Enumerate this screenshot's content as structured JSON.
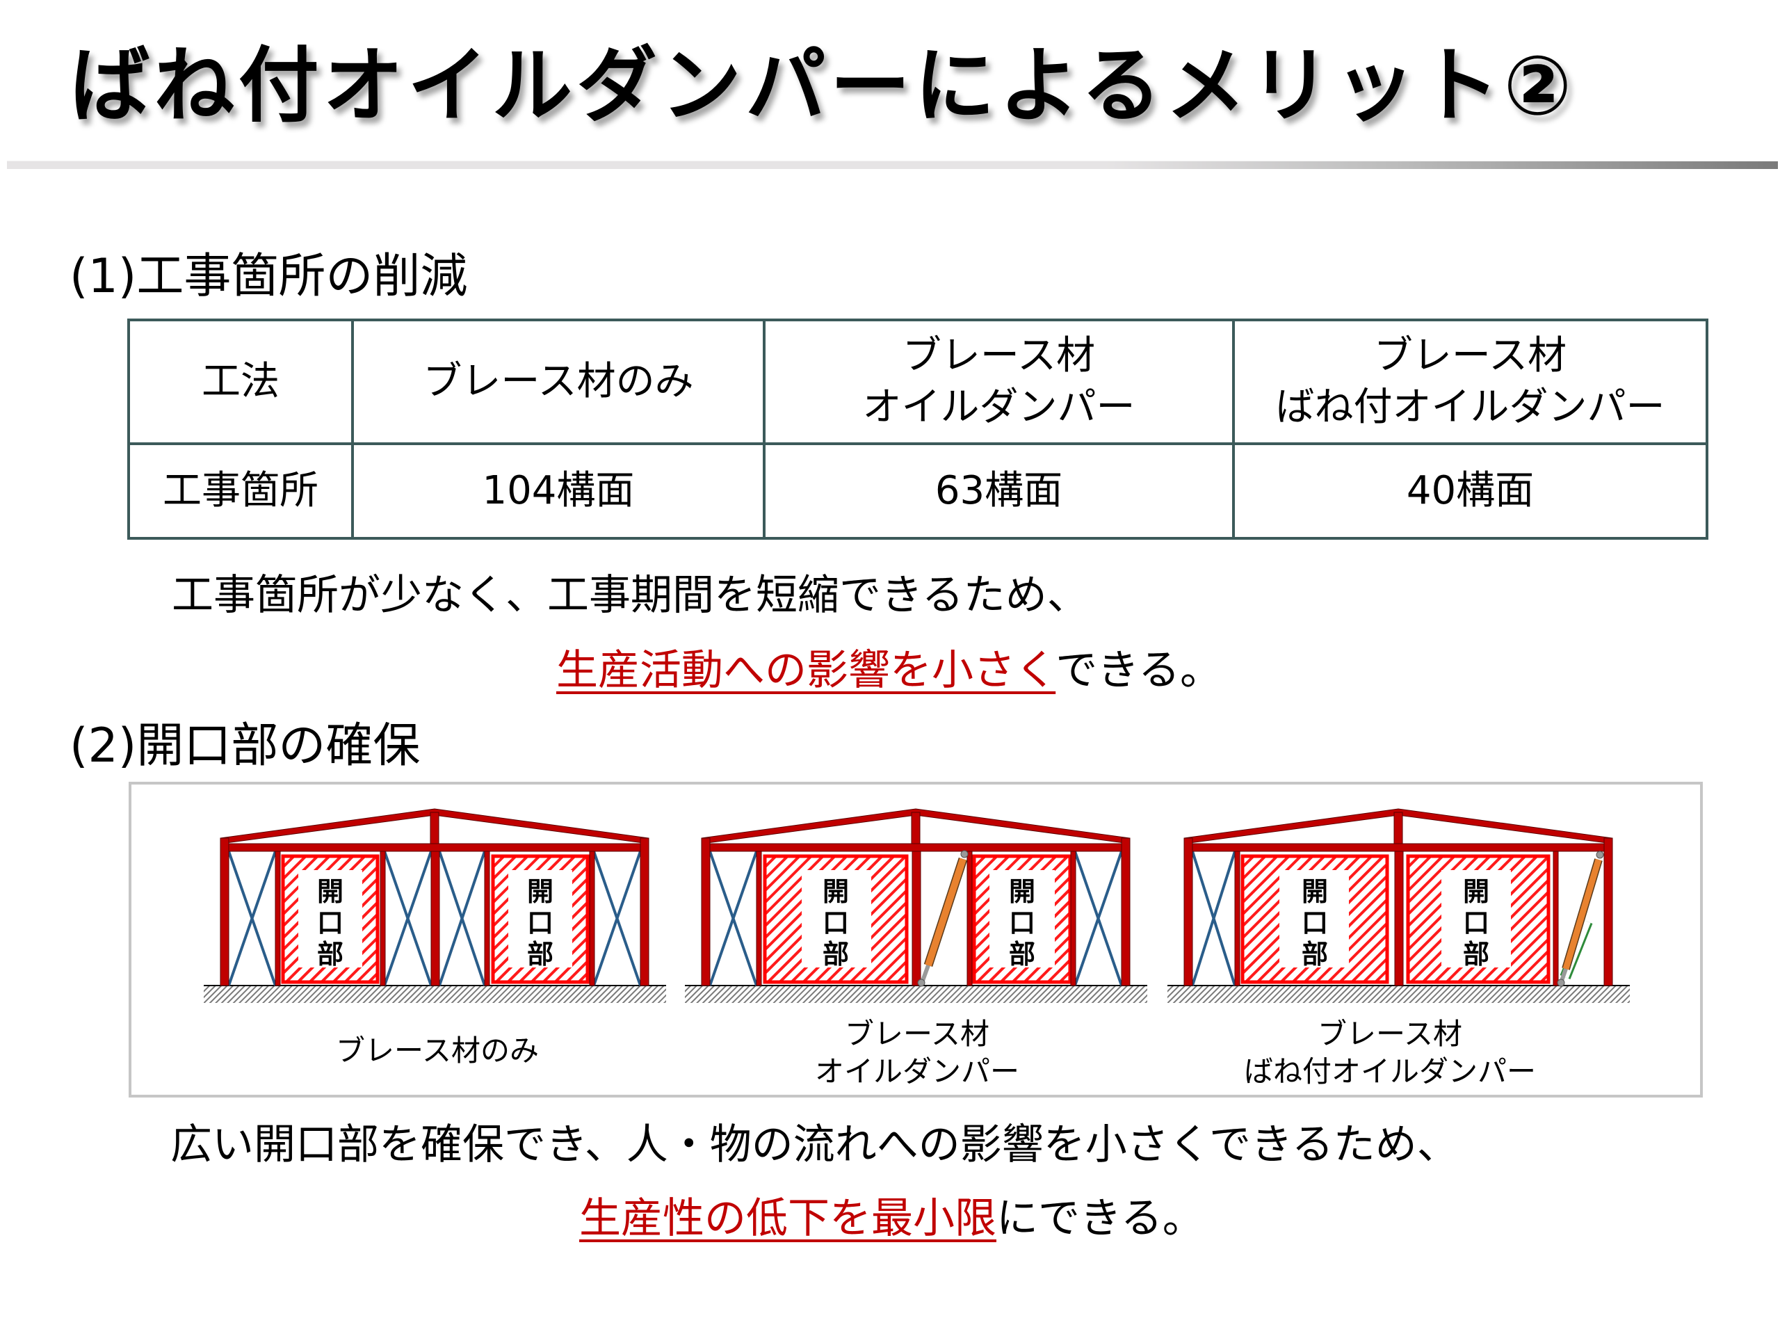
{
  "slide": {
    "title": "ばね付オイルダンパーによるメリット②"
  },
  "section1": {
    "heading": "(1)工事箇所の削減",
    "table": {
      "header": {
        "label": "工法",
        "col1": "ブレース材のみ",
        "col2_line1": "ブレース材",
        "col2_line2": "オイルダンパー",
        "col3_line1": "ブレース材",
        "col3_line2": "ばね付オイルダンパー"
      },
      "row": {
        "label": "工事箇所",
        "col1": "104構面",
        "col2": "63構面",
        "col3": "40構面"
      }
    },
    "conclusion": {
      "line1": "工事箇所が少なく、工事期間を短縮できるため、",
      "line2_highlight": "生産活動への影響を小さく",
      "line2_rest": "できる。"
    }
  },
  "section2": {
    "heading": "(2)開口部の確保",
    "diagram": {
      "opening_label": [
        "開",
        "口",
        "部"
      ],
      "captions": [
        {
          "line1": "ブレース材のみ",
          "line2": ""
        },
        {
          "line1": "ブレース材",
          "line2": "オイルダンパー"
        },
        {
          "line1": "ブレース材",
          "line2": "ばね付オイルダンパー"
        }
      ],
      "colors": {
        "frame": "#c00000",
        "opening_hatch": "#ff0000",
        "brace": "#2a5d8a",
        "damper": "#e8822f",
        "spring": "#2e8b3a",
        "ground": "#888888"
      }
    },
    "conclusion": {
      "line1": "広い開口部を確保でき、人・物の流れへの影響を小さくできるため、",
      "line2_highlight": "生産性の低下を最小限",
      "line2_rest": "にできる。"
    }
  },
  "colors": {
    "highlight_red": "#c00000",
    "table_border": "#3c5a5a",
    "diagram_border": "#c6c6c6"
  }
}
